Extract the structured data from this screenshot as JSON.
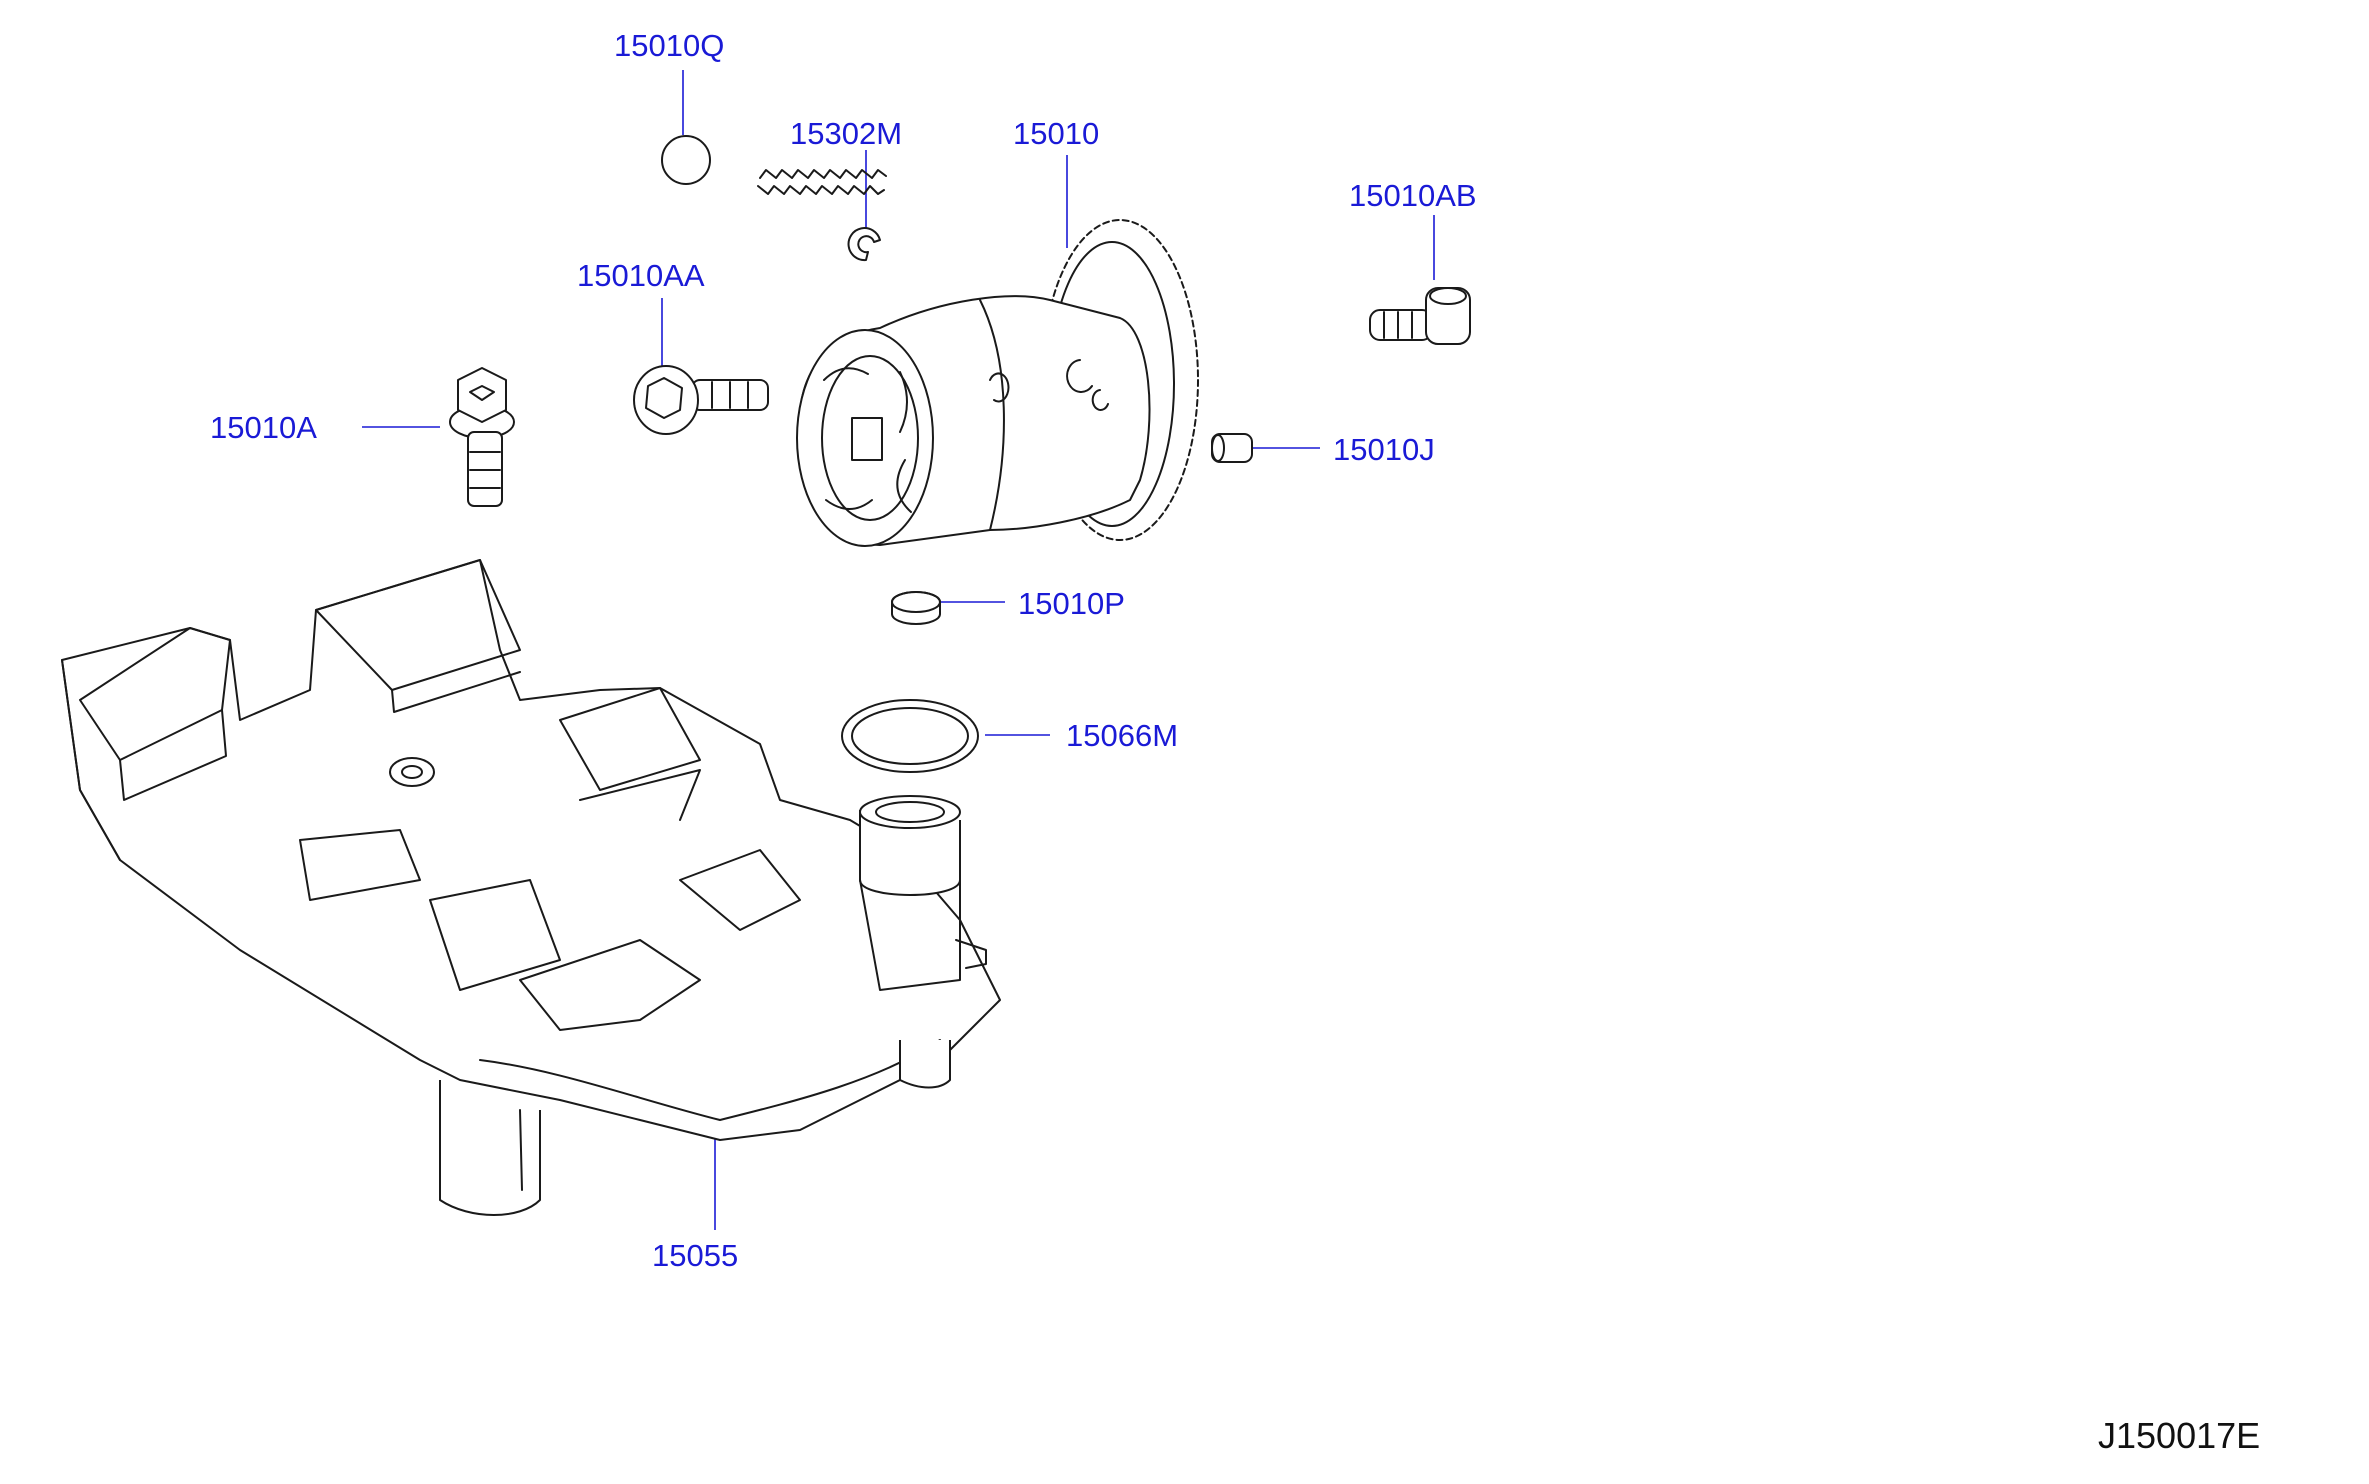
{
  "diagram": {
    "code": "J150017E",
    "colors": {
      "label": "#1a1ad6",
      "line_art": "#1a1a1a",
      "background": "#ffffff"
    },
    "parts": [
      {
        "id": "15010Q",
        "label": "15010Q"
      },
      {
        "id": "15302M",
        "label": "15302M"
      },
      {
        "id": "15010",
        "label": "15010"
      },
      {
        "id": "15010AB",
        "label": "15010AB"
      },
      {
        "id": "15010AA",
        "label": "15010AA"
      },
      {
        "id": "15010A",
        "label": "15010A"
      },
      {
        "id": "15010J",
        "label": "15010J"
      },
      {
        "id": "15010P",
        "label": "15010P"
      },
      {
        "id": "15066M",
        "label": "15066M"
      },
      {
        "id": "15055",
        "label": "15055"
      }
    ]
  }
}
